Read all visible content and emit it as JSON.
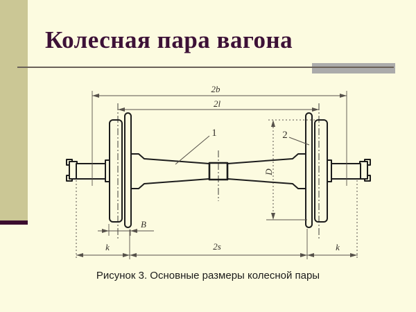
{
  "slide": {
    "title": "Колесная пара вагона",
    "caption": "Рисунок 3. Основные размеры колесной пары"
  },
  "diagram": {
    "dimension_labels": {
      "overall_2b": "2b",
      "inner_2l": "2l",
      "gauge_2s": "2s",
      "k_left": "k",
      "k_right": "k",
      "wheel_width_B": "B",
      "wheel_diameter_D": "D"
    },
    "part_labels": {
      "axle": "1",
      "wheel": "2"
    }
  },
  "colors": {
    "background": "#FCFBE0",
    "side_strip": "#CBC795",
    "accent_bar": "#3B0D2E",
    "title_text": "#3D1137",
    "rule_line": "#6A6158",
    "rule_box": "#ABABAB",
    "drawing_line": "#1C1C1C",
    "dimension_line": "#57524B",
    "caption_text": "#1B1B1B"
  }
}
